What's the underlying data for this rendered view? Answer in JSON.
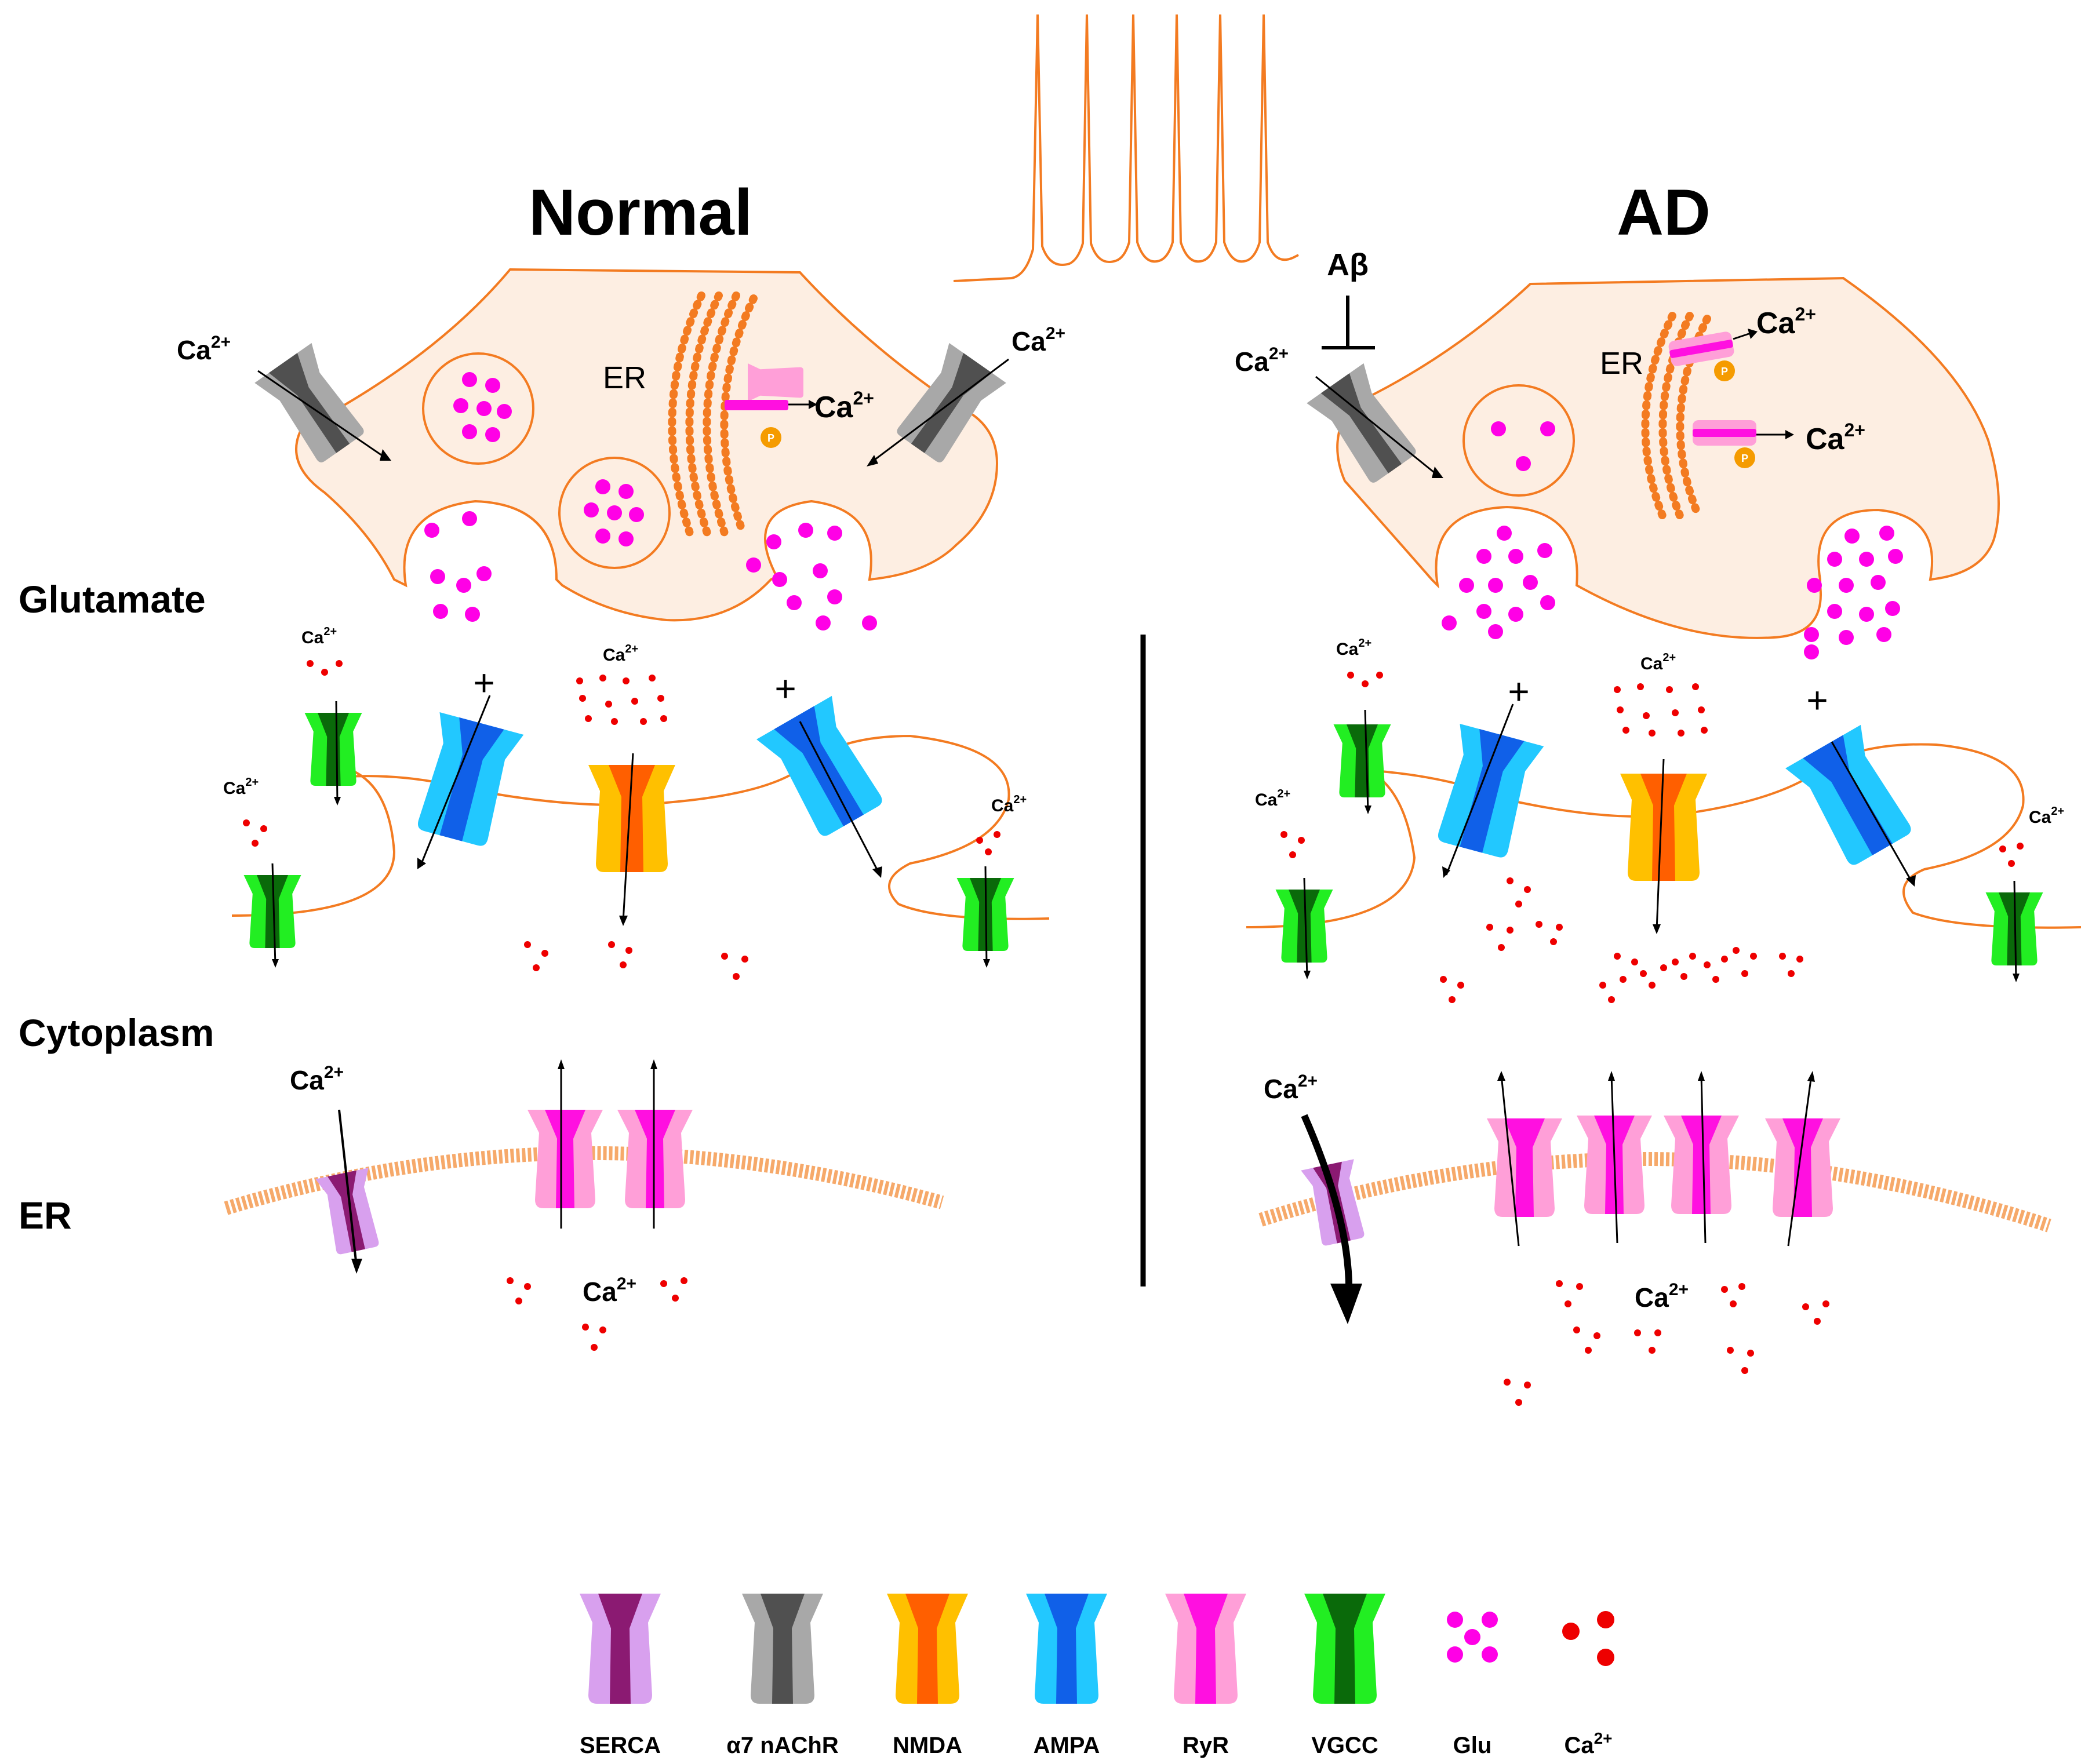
{
  "panels": {
    "normal": {
      "title": "Normal"
    },
    "ad": {
      "title": "AD"
    }
  },
  "sections": {
    "glutamate": "Glutamate",
    "cytoplasm": "Cytoplasm",
    "er": "ER"
  },
  "labels": {
    "ca": "Ca",
    "ca_sup": "2+",
    "er": "ER",
    "plus": "+",
    "abeta": "Aβ",
    "p": "P"
  },
  "legend": [
    {
      "label": "SERCA",
      "kind": "channel",
      "outer": "#d8a0ee",
      "inner": "#8b1a72"
    },
    {
      "label": "α7 nAChR",
      "kind": "channel",
      "outer": "#a8a8a8",
      "inner": "#505050"
    },
    {
      "label": "NMDA",
      "kind": "channel",
      "outer": "#ffc000",
      "inner": "#ff5f00"
    },
    {
      "label": "AMPA",
      "kind": "channel",
      "outer": "#22c8ff",
      "inner": "#1060e8"
    },
    {
      "label": "RyR",
      "kind": "channel",
      "outer": "#ff9fd8",
      "inner": "#ff10e0"
    },
    {
      "label": "VGCC",
      "kind": "channel",
      "outer": "#22ee22",
      "inner": "#0a6a0a"
    },
    {
      "label": "Glu",
      "kind": "dots",
      "color": "#ff00e6"
    },
    {
      "label": "Ca2+",
      "kind": "dots",
      "color": "#ee0000"
    }
  ],
  "colors": {
    "membrane": "#f37b21",
    "cytoplasm_fill": "#fdeee2",
    "glu": "#ff00e6",
    "ca": "#ee0000",
    "er_membrane": "#f6a96a"
  }
}
